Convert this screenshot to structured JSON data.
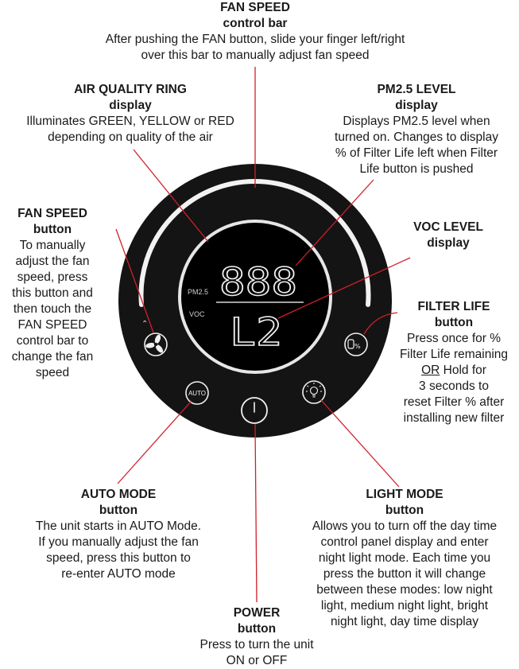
{
  "callouts": {
    "fan_bar": {
      "title": "FAN SPEED",
      "subtitle": "control bar",
      "desc": "After pushing the FAN button, slide your finger left/right\nover this bar to manually adjust fan speed"
    },
    "air_ring": {
      "title": "AIR QUALITY RING",
      "subtitle": "display",
      "desc": "Illuminates GREEN, YELLOW or RED\ndepending on quality of the air"
    },
    "pm25": {
      "title": "PM2.5 LEVEL",
      "subtitle": "display",
      "desc": "Displays PM2.5 level when\nturned on. Changes to display\n% of Filter Life left when Filter\nLife button is pushed"
    },
    "fan_btn": {
      "title": "FAN SPEED",
      "subtitle": "button",
      "desc": "To manually\nadjust the fan\nspeed, press\nthis button and\nthen touch the\nFAN SPEED\ncontrol bar to\nchange the fan\nspeed"
    },
    "voc": {
      "title": "VOC LEVEL",
      "subtitle": "display"
    },
    "filter": {
      "title": "FILTER LIFE",
      "subtitle": "button",
      "desc_a": "Press once for %\nFilter Life remaining",
      "desc_or": "OR",
      "desc_b": " Hold for\n3 seconds to\nreset Filter % after\ninstalling new filter"
    },
    "auto": {
      "title": "AUTO MODE",
      "subtitle": "button",
      "desc": "The unit starts in AUTO Mode.\nIf you manually adjust the fan\nspeed, press this button to\nre-enter AUTO mode"
    },
    "light": {
      "title": "LIGHT MODE",
      "subtitle": "button",
      "desc": "Allows you to turn off the day time\ncontrol panel display and enter\nnight light mode. Each time you\npress the button it will change\nbetween these modes: low night\nlight, medium night light, bright\nnight light, day time display"
    },
    "power": {
      "title": "POWER",
      "subtitle": "button",
      "desc": "Press to turn the unit\nON or OFF"
    }
  },
  "panel": {
    "pm_label": "PM2.5",
    "voc_label": "VOC",
    "pm_digits": "888",
    "voc_digits": "L2",
    "auto_label": "AUTO",
    "fan_icon": "fan-icon",
    "light_icon": "lightbulb-icon",
    "filter_icon": "filter-percent-icon",
    "power_icon": "power-icon",
    "accent_line": "#d0202a"
  }
}
